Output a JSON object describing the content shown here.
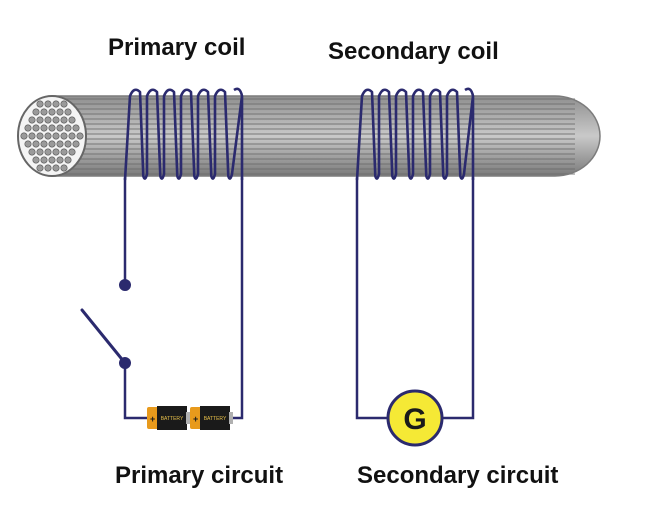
{
  "labels": {
    "primary_coil": "Primary coil",
    "secondary_coil": "Secondary coil",
    "primary_circuit": "Primary circuit",
    "secondary_circuit": "Secondary circuit"
  },
  "galvanometer": {
    "symbol": "G",
    "fill_color": "#f5e935"
  },
  "battery": {
    "cell_text": "BATTERY",
    "terminal_mark": "+",
    "cell_count": 2
  },
  "colors": {
    "wire": "#2b2a6e",
    "core_strands": "#9a9a9a",
    "core_dark": "#6e6e6e"
  },
  "icons": {
    "core": "iron-core-icon",
    "switch": "open-switch-icon",
    "battery": "battery-icon",
    "galvanometer": "galvanometer-icon"
  }
}
